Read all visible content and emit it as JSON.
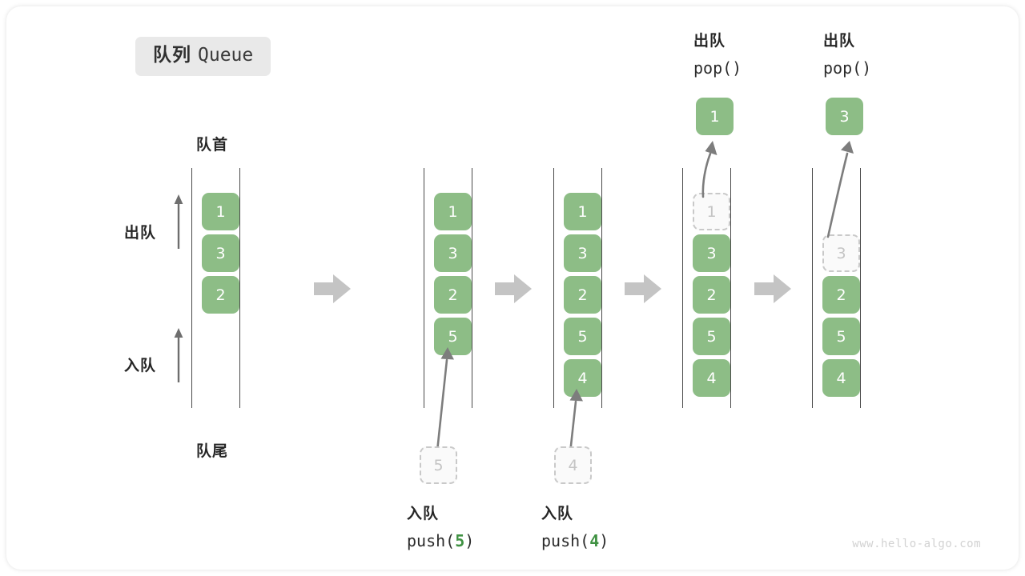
{
  "title": {
    "cn": "队列",
    "en": "Queue"
  },
  "labels": {
    "head": "队首",
    "tail": "队尾",
    "dequeue": "出队",
    "enqueue": "入队"
  },
  "colors": {
    "cell_green": "#8dbd86",
    "ghost_border": "#c9c9c9",
    "ghost_text": "#c4c4c4",
    "rail": "#4a4a4a",
    "step_arrow": "#c4c4c4",
    "motion_arrow": "#7a7a7a",
    "badge_bg": "#e9e9e9",
    "accent_green_text": "#3f9142"
  },
  "watermark": "www.hello-algo.com",
  "columns": [
    {
      "id": "initial",
      "cells": [
        {
          "value": "1",
          "state": "filled",
          "slot": 0
        },
        {
          "value": "3",
          "state": "filled",
          "slot": 1
        },
        {
          "value": "2",
          "state": "filled",
          "slot": 2
        }
      ]
    },
    {
      "id": "after-push-5",
      "cells": [
        {
          "value": "1",
          "state": "filled",
          "slot": 0
        },
        {
          "value": "3",
          "state": "filled",
          "slot": 1
        },
        {
          "value": "2",
          "state": "filled",
          "slot": 2
        },
        {
          "value": "5",
          "state": "filled",
          "slot": 3
        }
      ]
    },
    {
      "id": "after-push-4",
      "cells": [
        {
          "value": "1",
          "state": "filled",
          "slot": 0
        },
        {
          "value": "3",
          "state": "filled",
          "slot": 1
        },
        {
          "value": "2",
          "state": "filled",
          "slot": 2
        },
        {
          "value": "5",
          "state": "filled",
          "slot": 3
        },
        {
          "value": "4",
          "state": "filled",
          "slot": 4
        }
      ]
    },
    {
      "id": "after-pop-1",
      "cells": [
        {
          "value": "1",
          "state": "ghost",
          "slot": 0
        },
        {
          "value": "3",
          "state": "filled",
          "slot": 1
        },
        {
          "value": "2",
          "state": "filled",
          "slot": 2
        },
        {
          "value": "5",
          "state": "filled",
          "slot": 3
        },
        {
          "value": "4",
          "state": "filled",
          "slot": 4
        }
      ]
    },
    {
      "id": "after-pop-3",
      "cells": [
        {
          "value": "3",
          "state": "ghost",
          "slot": 1
        },
        {
          "value": "2",
          "state": "filled",
          "slot": 2
        },
        {
          "value": "5",
          "state": "filled",
          "slot": 3
        },
        {
          "value": "4",
          "state": "filled",
          "slot": 4
        }
      ]
    }
  ],
  "push_ops": [
    {
      "caption_cn": "入队",
      "call_prefix": "push(",
      "arg": "5",
      "call_suffix": ")",
      "ghost_value": "5"
    },
    {
      "caption_cn": "入队",
      "call_prefix": "push(",
      "arg": "4",
      "call_suffix": ")",
      "ghost_value": "4"
    }
  ],
  "pop_ops": [
    {
      "caption_cn": "出队",
      "call": "pop()",
      "popped_value": "1"
    },
    {
      "caption_cn": "出队",
      "call": "pop()",
      "popped_value": "3"
    }
  ]
}
